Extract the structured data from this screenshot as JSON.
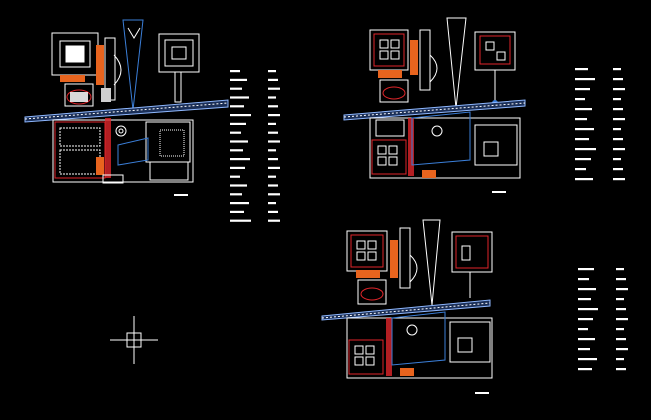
{
  "viewport": {
    "background": "#000000"
  },
  "colors": {
    "wall": "#ffffff",
    "red": "#e0252a",
    "orange": "#e8641e",
    "blue": "#3b7fd9",
    "lightblue": "#8fb8ff",
    "grey": "#9a9a9a"
  },
  "drawing": {
    "plans": [
      {
        "name": "plan-1"
      },
      {
        "name": "plan-2"
      },
      {
        "name": "plan-3"
      }
    ],
    "legend_tables": [
      {
        "name": "legend-table-1",
        "rows": 18
      },
      {
        "name": "legend-table-2",
        "rows": 12
      },
      {
        "name": "legend-table-3",
        "rows": 11
      }
    ],
    "ucs_icon": "crosshair-icon"
  }
}
